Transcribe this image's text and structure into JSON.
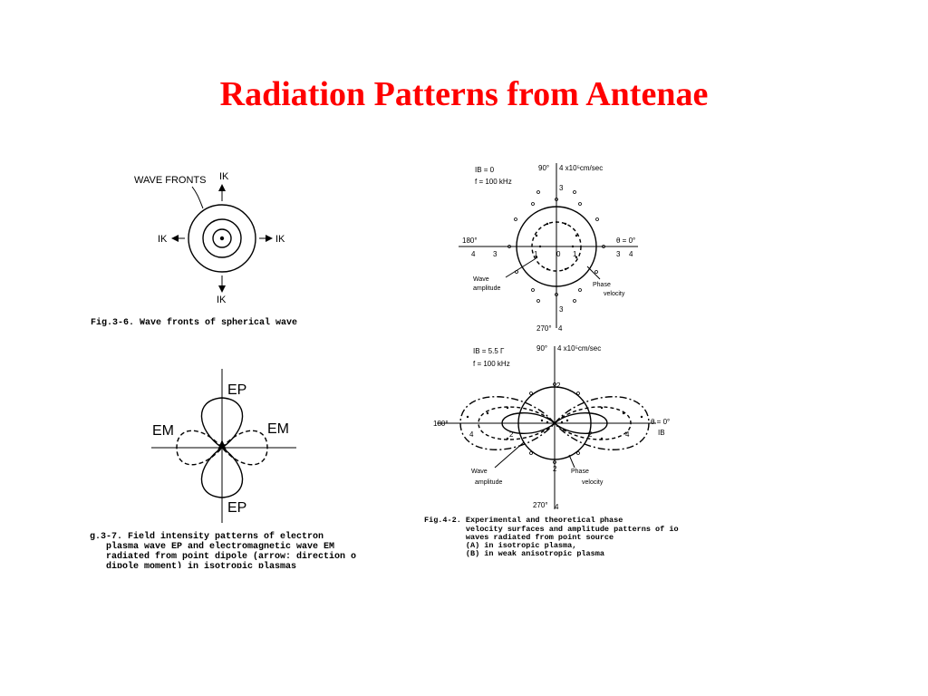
{
  "page": {
    "title": "Radiation Patterns from Antenae",
    "title_color": "#ff0000"
  },
  "fig_3_6": {
    "wave_fronts_label": "WAVE FRONTS",
    "ik_top": "IK",
    "ik_left": "IK",
    "ik_right": "IK",
    "ik_bottom": "IK",
    "caption": "Fig.3-6.  Wave fronts of spherical wave"
  },
  "fig_3_7": {
    "ep_top": "EP",
    "ep_bottom": "EP",
    "em_left": "EM",
    "em_right": "EM",
    "caption_lines": [
      "g.3-7. Field intensity patterns of electron",
      "   plasma wave EP and electromagnetic wave EM",
      "   radiated from point dipole (arrow: direction o",
      "   dipole moment) in isotropic plasmas"
    ]
  },
  "fig_4_2a": {
    "param_ib": "IB = 0",
    "param_f": "f = 100 kHz",
    "deg_90": "90°",
    "scale": "4 x10⁵cm/sec",
    "deg_180": "180°",
    "deg_0": "θ = 0°",
    "deg_270": "270°",
    "tick_3_top": "3",
    "tick_3_bottom": "3",
    "tick_4_bottom": "4",
    "left_4": "4",
    "left_3": "3",
    "center_1": "1",
    "center_0": "0",
    "center_1b": "1",
    "right_3": "3",
    "right_4": "4",
    "wave_amplitude": [
      "Wave",
      "amplitude"
    ],
    "phase_velocity": [
      "Phase",
      "velocity"
    ]
  },
  "fig_4_2b": {
    "param_ib": "IB = 5.5 Γ",
    "param_f": "f = 100 kHz",
    "deg_90": "90°",
    "scale": "4 x10⁵cm/sec",
    "deg_180": "180°",
    "deg_0": "θ = 0°",
    "ib_axis": "IB",
    "deg_270": "270°",
    "tick_2_top": "2",
    "tick_2_bottom": "2",
    "tick_4_bottom": "4",
    "left_4": "4",
    "left_2": "2",
    "right_2": "2",
    "right_4": "4",
    "wave_amplitude": [
      "Wave",
      "amplitude"
    ],
    "phase_velocity": [
      "Phase",
      "velocity"
    ],
    "caption_lines": [
      "Fig.4-2. Experimental and theoretical phase",
      "         velocity surfaces and amplitude patterns of io",
      "         waves radiated from point source",
      "         (A) in isotropic plasma,",
      "         (B) in weak anisotropic plasma"
    ]
  }
}
